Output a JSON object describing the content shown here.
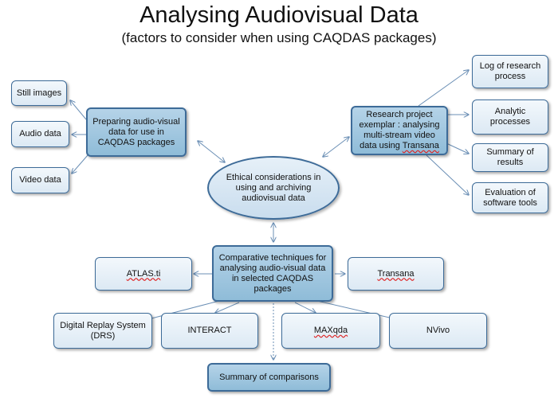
{
  "title": "Analysing Audiovisual Data",
  "subtitle": "(factors to consider when using CAQDAS packages)",
  "center": "Ethical considerations in using and archiving audiovisual data",
  "left": {
    "main": "Preparing audio-visual data for use in CAQDAS packages",
    "items": [
      "Still images",
      "Audio data",
      "Video data"
    ]
  },
  "right": {
    "main_prefix": "Research project exemplar : analysing multi-stream video data using ",
    "main_link": "Transana",
    "items": [
      "Log of research process",
      "Analytic processes",
      "Summary of results",
      "Evaluation of software tools"
    ]
  },
  "bottom": {
    "main": "Comparative techniques for analysing audio-visual data in selected CAQDAS packages",
    "packages": [
      "ATLAS.ti",
      "Transana",
      "Digital Replay System (DRS)",
      "INTERACT",
      "MAXqda",
      "NVivo"
    ],
    "summary": "Summary of comparisons"
  },
  "colors": {
    "border": "#3d6b98",
    "box_light": "#e6f0f8",
    "box_dark": "#9fc6de",
    "arrow": "#6b8fb5"
  }
}
